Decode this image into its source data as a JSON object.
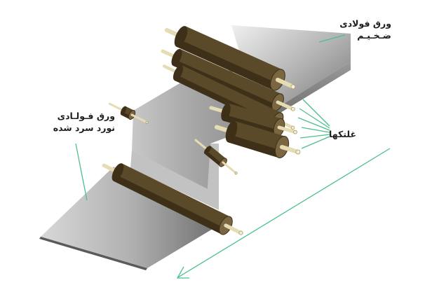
{
  "labels": {
    "thick_sheet": [
      "ورق فولادی",
      "ضـخـیـم"
    ],
    "cold_rolled_sheet": [
      "ورق فـولـادی",
      "نورد سرد شده"
    ],
    "rollers": "غلتکها"
  },
  "colors": {
    "roller_dark": "#3e3018",
    "roller_mid": "#5a4a2a",
    "roller_light": "#7a6640",
    "shaft": "#e6dcb4",
    "sheet_light": "#d4d4d4",
    "sheet_dark": "#6e6e6e",
    "leader_line": "#4cc08a",
    "text": "#1e1e1e"
  }
}
